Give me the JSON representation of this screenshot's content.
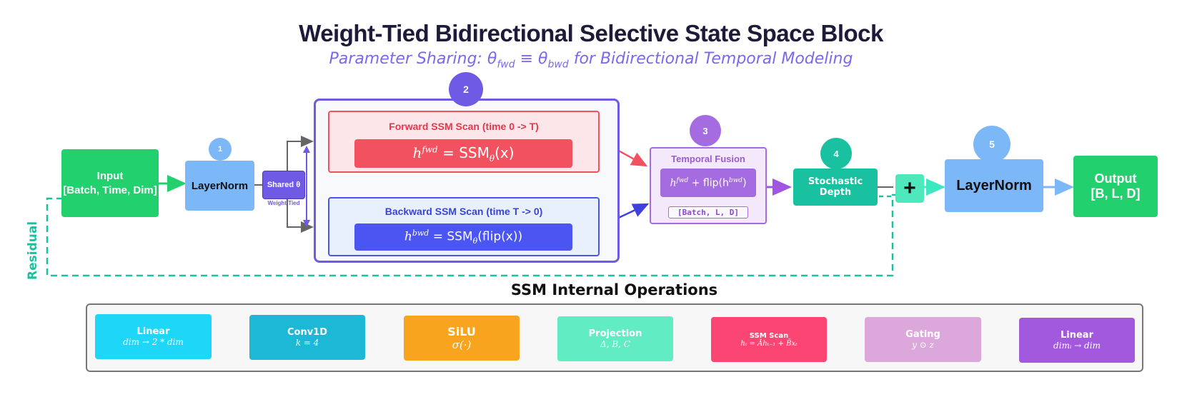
{
  "title": "Weight-Tied Bidirectional Selective State Space Block",
  "subtitle": {
    "prefix": "Parameter Sharing: ",
    "theta1": "θ",
    "sub1": "fwd",
    "equiv": " ≡ ",
    "theta2": "θ",
    "sub2": "bwd",
    "suffix": " for Bidirectional Temporal Modeling"
  },
  "input": {
    "line1": "Input",
    "line2": "[Batch, Time, Dim]"
  },
  "layernorm1": {
    "label": "LayerNorm",
    "step": "1"
  },
  "shared": {
    "label": "Shared θ",
    "caption": "Weight Tied"
  },
  "ssm_group": {
    "step": "2"
  },
  "forward": {
    "title": "Forward SSM Scan (time 0 -> T)",
    "eq_h": "h",
    "eq_sup": "fwd",
    "eq_rest": " = SSM",
    "eq_sub": "θ",
    "eq_arg": "(x)"
  },
  "backward": {
    "title": "Backward SSM Scan (time T -> 0)",
    "eq_h": "h",
    "eq_sup": "bwd",
    "eq_rest": " = SSM",
    "eq_sub": "θ",
    "eq_arg": "(flip(x))"
  },
  "fusion": {
    "step": "3",
    "title": "Temporal Fusion",
    "eq_h1": "h",
    "eq_sup1": "fwd",
    "eq_mid": " + flip(h",
    "eq_sup2": "bwd",
    "eq_end": ")",
    "shape": "[Batch, L, D]"
  },
  "depth": {
    "step": "4",
    "line1": "Stochastic",
    "line2": "Depth"
  },
  "add": {
    "symbol": "+"
  },
  "layernorm2": {
    "label": "LayerNorm",
    "step": "5"
  },
  "output": {
    "line1": "Output",
    "line2": "[B, L, D]"
  },
  "residual": {
    "label": "Residual"
  },
  "internal": {
    "title": "SSM Internal Operations",
    "ops": [
      {
        "name": "Linear",
        "sub": "dim → 2 * dim",
        "color": "#1ed6f7"
      },
      {
        "name": "Conv1D",
        "sub": "k = 4",
        "color": "#1cb8d6"
      },
      {
        "name": "SiLU",
        "sub": "σ(·)",
        "color": "#f9a41e"
      },
      {
        "name": "Projection",
        "sub": "Δ, B, C",
        "color": "#62ecc4"
      },
      {
        "name": "SSM Scan",
        "sub": "hₜ = Āhₜ₋₁ + B̄xₜ",
        "color": "#fb4673"
      },
      {
        "name": "Gating",
        "sub": "y ⊙ z",
        "color": "#dca8dc"
      },
      {
        "name": "Linear",
        "sub": "dimᵢ → dim",
        "color": "#a259de"
      }
    ]
  },
  "colors": {
    "green": "#22d06e",
    "blue_light": "#7cb8f7",
    "purple": "#6f5ae6",
    "red": "#f2525f",
    "indigo": "#4b55f2",
    "violet": "#a56ce2",
    "teal": "#19c1a0"
  }
}
